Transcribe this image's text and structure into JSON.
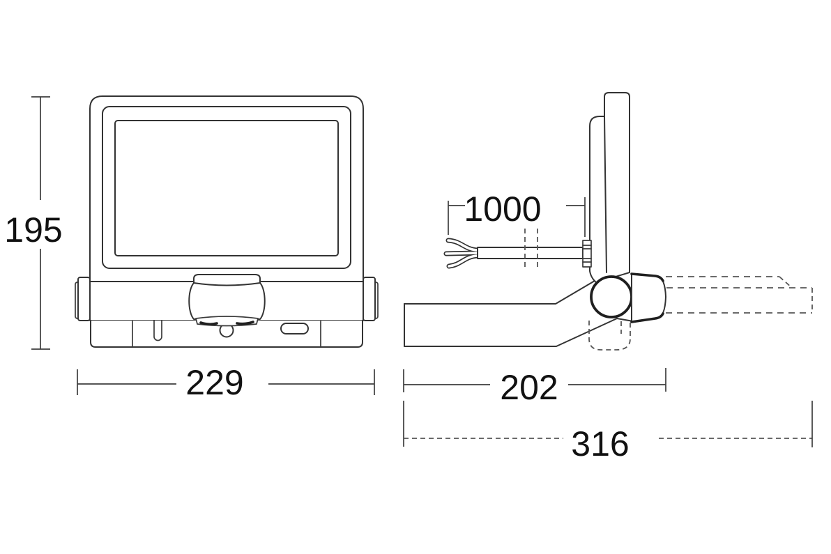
{
  "page": {
    "background": "#ffffff"
  },
  "drawing": {
    "type": "technical-dimension-drawing",
    "subject": "sensor floodlight, front view and side view",
    "stroke_color": "#333333",
    "dashed_color": "#555555",
    "text_color": "#111111",
    "dimensions": {
      "front_height": "195",
      "front_width": "229",
      "cable_length": "1000",
      "side_depth": "202",
      "side_depth_extended": "316"
    }
  }
}
